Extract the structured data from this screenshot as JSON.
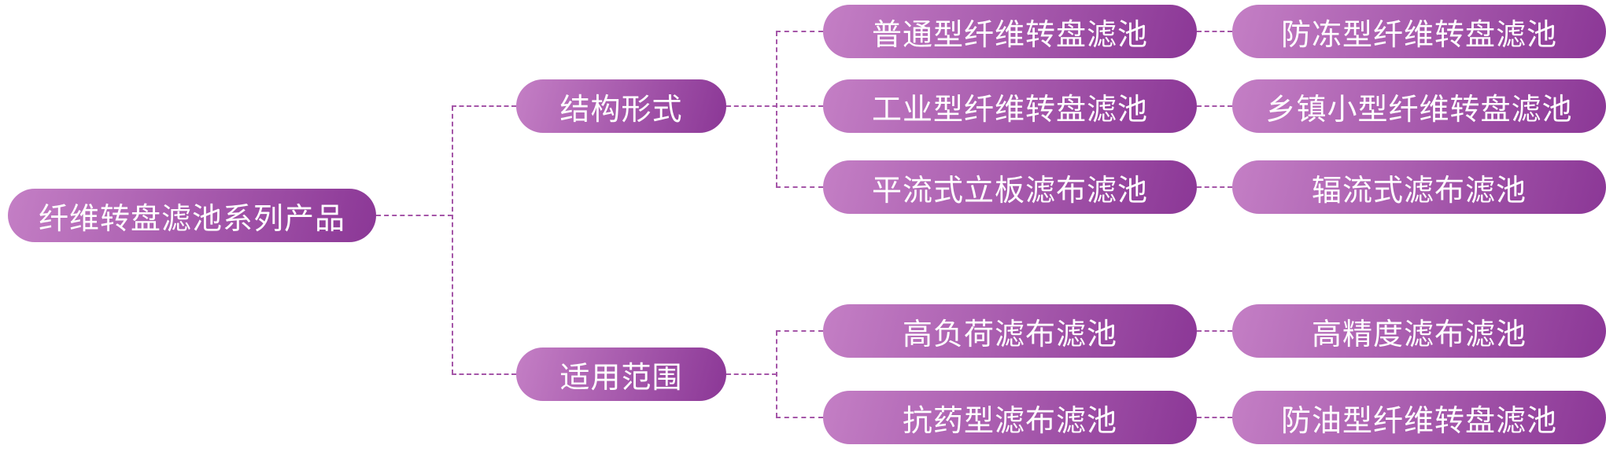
{
  "root": {
    "label": "纤维转盘滤池系列产品"
  },
  "branches": [
    {
      "label": "结构形式",
      "children": [
        {
          "label": "普通型纤维转盘滤池",
          "grandchild": {
            "label": "防冻型纤维转盘滤池"
          }
        },
        {
          "label": "工业型纤维转盘滤池",
          "grandchild": {
            "label": "乡镇小型纤维转盘滤池"
          }
        },
        {
          "label": "平流式立板滤布滤池",
          "grandchild": {
            "label": "辐流式滤布滤池"
          }
        }
      ]
    },
    {
      "label": "适用范围",
      "children": [
        {
          "label": "高负荷滤布滤池",
          "grandchild": {
            "label": "高精度滤布滤池"
          }
        },
        {
          "label": "抗药型滤布滤池",
          "grandchild": {
            "label": "防油型纤维转盘滤池"
          }
        }
      ]
    }
  ],
  "colors": {
    "gradient_start": "#c47fc5",
    "gradient_end": "#8b3796",
    "connector": "#a556a8",
    "text": "#ffffff",
    "background": "#ffffff"
  }
}
